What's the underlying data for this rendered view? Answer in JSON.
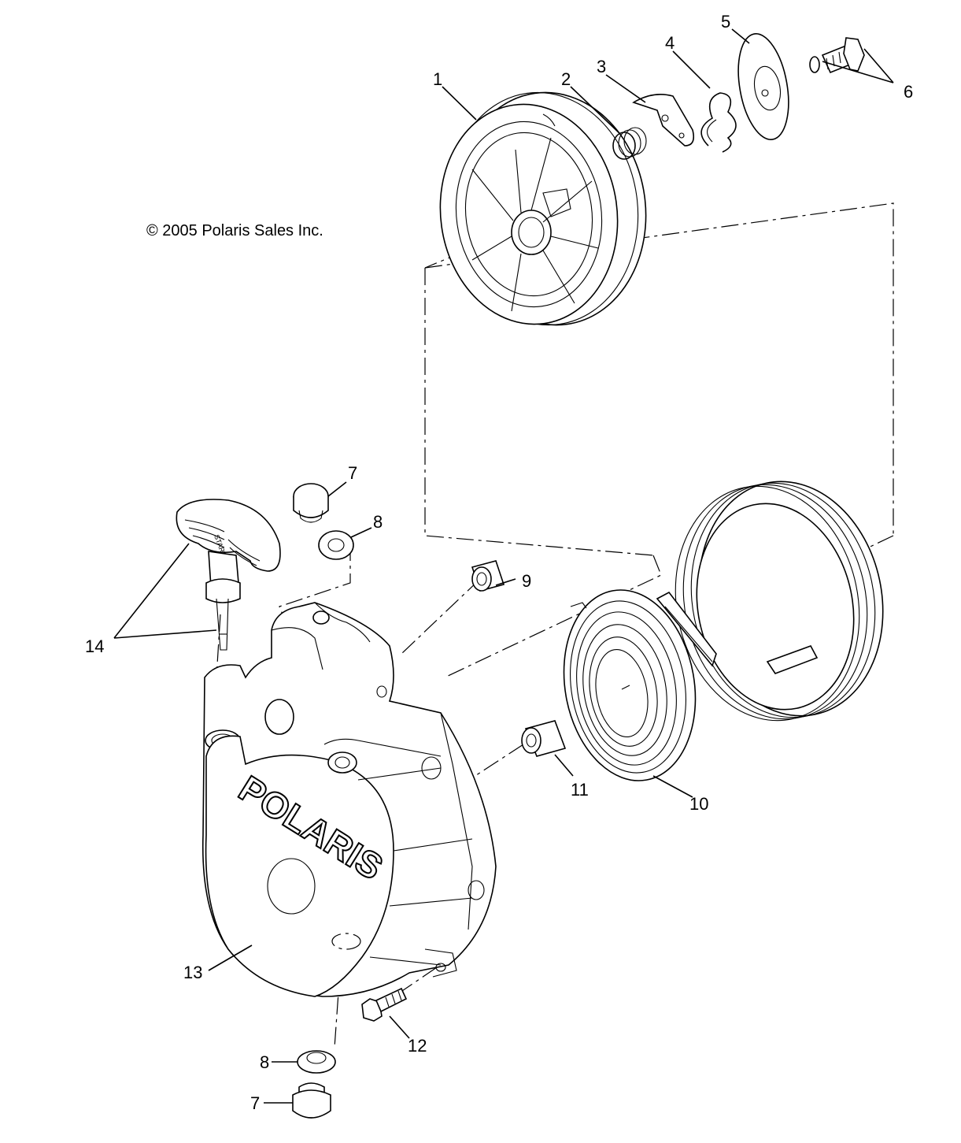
{
  "copyright": "© 2005 Polaris Sales Inc.",
  "brand_text": "POLARIS",
  "handle_text": "START",
  "callouts": [
    "1",
    "2",
    "3",
    "4",
    "5",
    "6",
    "7",
    "8",
    "9",
    "10",
    "11",
    "12",
    "13",
    "14",
    "8",
    "7"
  ]
}
